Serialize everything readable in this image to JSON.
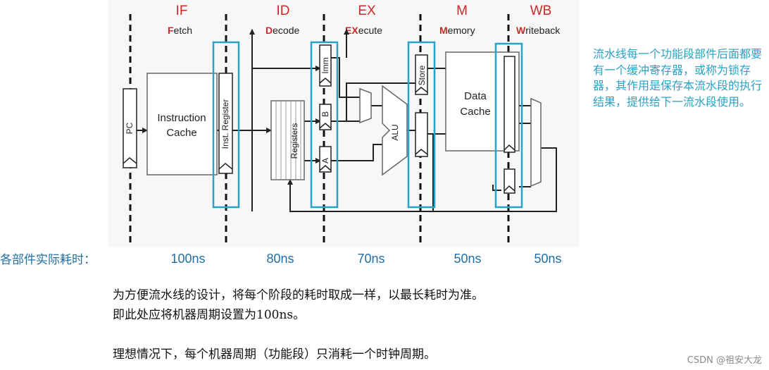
{
  "stages": [
    {
      "abbr": "IF",
      "initial": "F",
      "rest": "etch"
    },
    {
      "abbr": "ID",
      "initial": "D",
      "rest": "ecode"
    },
    {
      "abbr": "EX",
      "initial": "EX",
      "rest": "ecute"
    },
    {
      "abbr": "M",
      "initial": "M",
      "rest": "emory"
    },
    {
      "abbr": "WB",
      "initial": "W",
      "rest": "riteback"
    }
  ],
  "blocks": {
    "pc": "PC",
    "icache_line1": "Instruction",
    "icache_line2": "Cache",
    "inst_register": "Inst. Register",
    "registers": "Registers",
    "imm": "Imm",
    "b": "B",
    "a": "A",
    "alu": "ALU",
    "store": "Store",
    "dcache_line1": "Data",
    "dcache_line2": "Cache"
  },
  "times": {
    "label": "各部件实际耗时：",
    "values": [
      "100ns",
      "80ns",
      "70ns",
      "50ns",
      "50ns"
    ]
  },
  "note": "流水线每一个功能段部件后面都要有一个缓冲寄存器，或称为锁存器，其作用是保存本流水段的执行结果，提供给下一流水段使用。",
  "description": {
    "line1": "为方便流水线的设计，将每个阶段的耗时取成一样，以最长耗时为准。",
    "line2": "即此处应将机器周期设置为100ns。",
    "line3": "理想情况下，每个机器周期（功能段）只消耗一个时钟周期。"
  },
  "watermark": "CSDN @祖安大龙",
  "colors": {
    "stage": "#cc2a2a",
    "buffer": "#2aa2c8",
    "time": "#1f6fa6",
    "note": "#2aa2c8"
  }
}
